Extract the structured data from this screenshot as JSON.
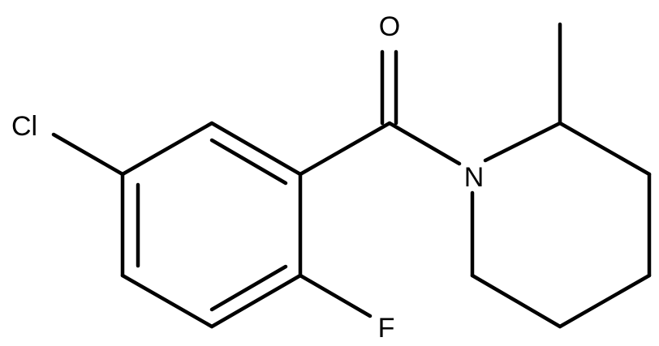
{
  "structure": {
    "atoms": {
      "oxygen": "O",
      "chlorine": "Cl",
      "fluorine": "F",
      "nitrogen": "N"
    }
  },
  "colors": {
    "bond": "#000000",
    "background": "#ffffff"
  }
}
